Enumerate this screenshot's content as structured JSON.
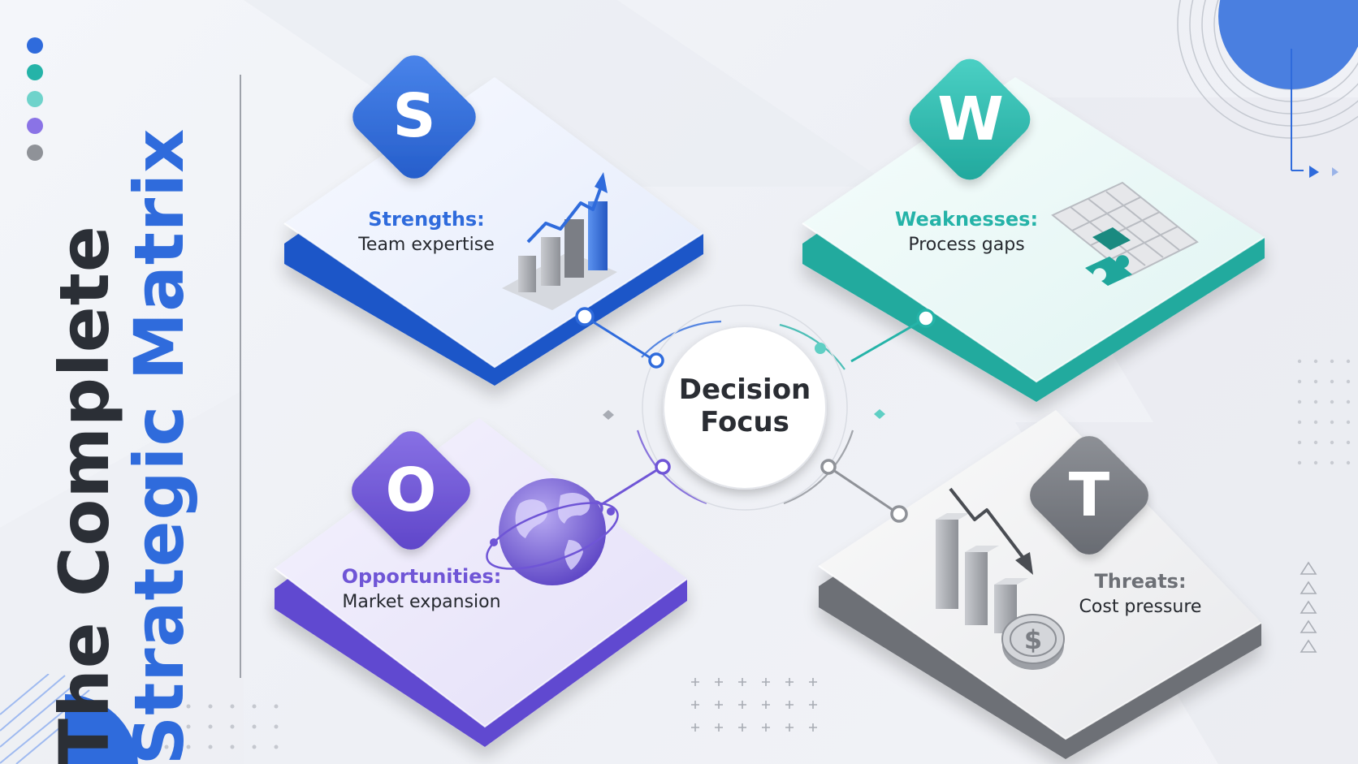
{
  "title": {
    "line1": "The Complete",
    "line2": "Strategic Matrix"
  },
  "center": {
    "line1": "Decision",
    "line2": "Focus"
  },
  "quadrants": [
    {
      "key": "strengths",
      "letter": "S",
      "heading": "Strengths:",
      "subtitle": "Team expertise",
      "color": "#2f6bdc"
    },
    {
      "key": "weaknesses",
      "letter": "W",
      "heading": "Weaknesses:",
      "subtitle": "Process gaps",
      "color": "#25b3a8"
    },
    {
      "key": "opportunities",
      "letter": "O",
      "heading": "Opportunities:",
      "subtitle": "Market expansion",
      "color": "#6f55d6"
    },
    {
      "key": "threats",
      "letter": "T",
      "heading": "Threats:",
      "subtitle": "Cost pressure",
      "color": "#7a7d83"
    }
  ],
  "icons": {
    "strengths": "bar-chart-up-icon",
    "weaknesses": "puzzle-icon",
    "opportunities": "globe-icon",
    "threats": "bar-chart-down-coin-icon"
  },
  "colors": {
    "blue": "#2f6bdc",
    "teal": "#25b3a8",
    "purple": "#6f55d6",
    "gray": "#7a7d83",
    "dark": "#2b2f36"
  }
}
